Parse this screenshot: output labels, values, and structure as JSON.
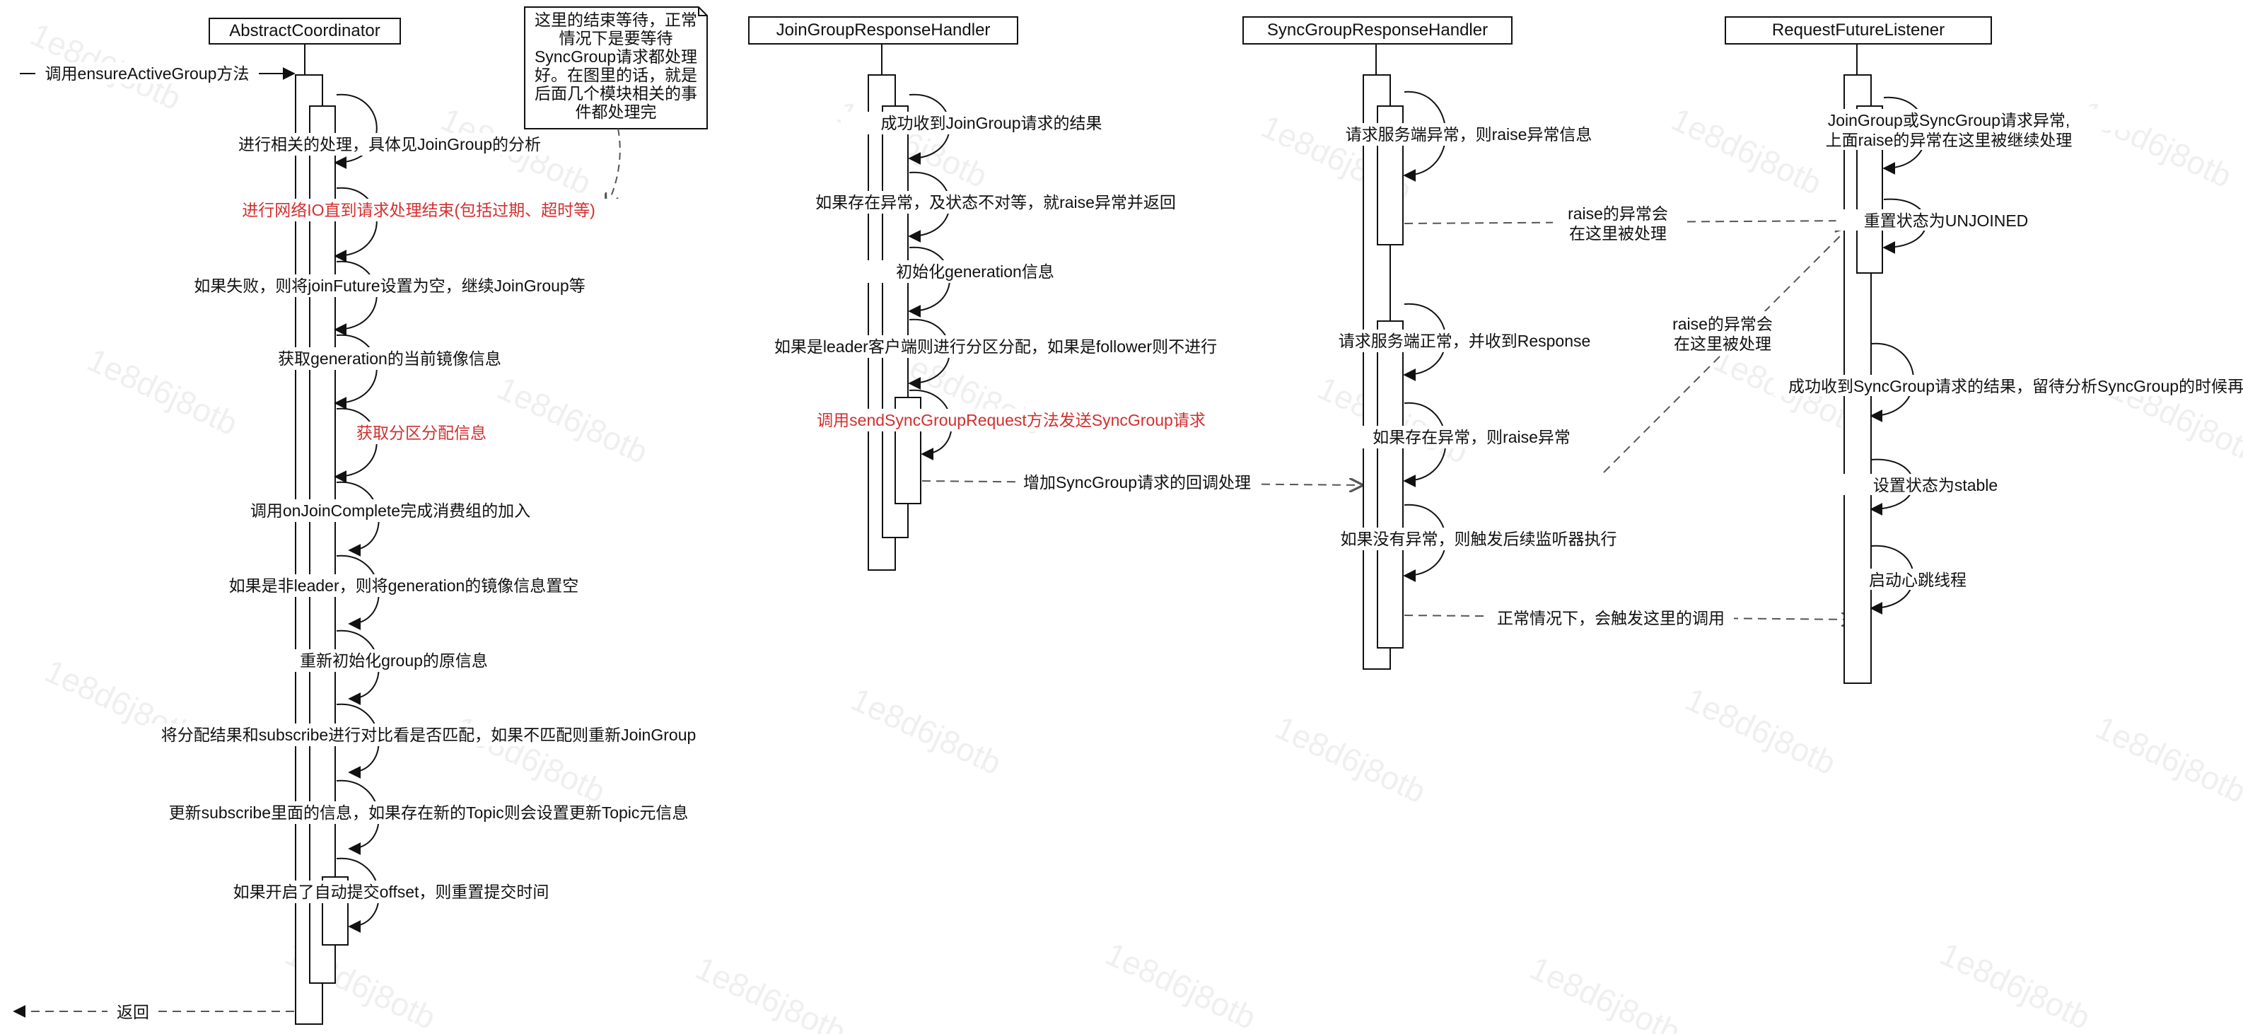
{
  "participants": [
    {
      "id": "coord",
      "label": "AbstractCoordinator"
    },
    {
      "id": "join",
      "label": "JoinGroupResponseHandler"
    },
    {
      "id": "sync",
      "label": "SyncGroupResponseHandler"
    },
    {
      "id": "rfl",
      "label": "RequestFutureListener"
    }
  ],
  "note": [
    "这里的结束等待，正常",
    "情况下是要等待",
    "SyncGroup请求都处理",
    "好。在图里的话，就是",
    "后面几个模块相关的事",
    "件都处理完"
  ],
  "entry_message": "调用ensureActiveGroup方法",
  "return_message": "返回",
  "coordinator_steps": [
    {
      "text": "进行相关的处理，具体见JoinGroup的分析",
      "highlight": false
    },
    {
      "text": "进行网络IO直到请求处理结束(包括过期、超时等)",
      "highlight": true
    },
    {
      "text": "如果失败，则将joinFuture设置为空，继续JoinGroup等",
      "highlight": false
    },
    {
      "text": "获取generation的当前镜像信息",
      "highlight": false
    },
    {
      "text": "获取分区分配信息",
      "highlight": true
    },
    {
      "text": "调用onJoinComplete完成消费组的加入",
      "highlight": false
    },
    {
      "text": "如果是非leader，则将generation的镜像信息置空",
      "highlight": false
    },
    {
      "text": "重新初始化group的原信息",
      "highlight": false
    },
    {
      "text": "将分配结果和subscribe进行对比看是否匹配，如果不匹配则重新JoinGroup",
      "highlight": false
    },
    {
      "text": "更新subscribe里面的信息，如果存在新的Topic则会设置更新Topic元信息",
      "highlight": false
    },
    {
      "text": "如果开启了自动提交offset，则重置提交时间",
      "highlight": false
    }
  ],
  "join_steps": [
    {
      "text": "成功收到JoinGroup请求的结果",
      "highlight": false
    },
    {
      "text": "如果存在异常，及状态不对等，就raise异常并返回",
      "highlight": false
    },
    {
      "text": "初始化generation信息",
      "highlight": false
    },
    {
      "text": "如果是leader客户端则进行分区分配，如果是follower则不进行",
      "highlight": false
    },
    {
      "text": "调用sendSyncGroupRequest方法发送SyncGroup请求",
      "highlight": true
    }
  ],
  "join_to_sync_message": "增加SyncGroup请求的回调处理",
  "sync_steps": [
    {
      "text": "请求服务端异常，则raise异常信息"
    },
    {
      "text": "请求服务端正常，并收到Response"
    },
    {
      "text": "如果存在异常，则raise异常"
    },
    {
      "text": "如果没有异常，则触发后续监听器执行"
    }
  ],
  "sync_raise_label": [
    "raise的异常会",
    "在这里被处理"
  ],
  "sync_raise_label2": [
    "raise的异常会",
    "在这里被处理"
  ],
  "sync_normal_message": "正常情况下，会触发这里的调用",
  "rfl_steps": [
    {
      "text": [
        "JoinGroup或SyncGroup请求异常,",
        "上面raise的异常在这里被继续处理"
      ]
    },
    {
      "text": [
        "重置状态为UNJOINED"
      ]
    },
    {
      "text": [
        "成功收到SyncGroup请求的结果，留待分析SyncGroup的时候再分析"
      ]
    },
    {
      "text": [
        "设置状态为stable"
      ]
    },
    {
      "text": [
        "启动心跳线程"
      ]
    }
  ],
  "watermark": "1e8d6j8otb",
  "colors": {
    "line": "#111111",
    "highlight": "#d32f2f",
    "dashed": "#555555",
    "background": "#ffffff"
  }
}
